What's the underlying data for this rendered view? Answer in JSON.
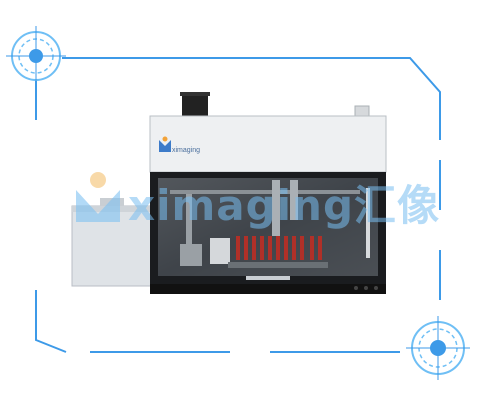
{
  "image": {
    "subject": "automated-lab-instrument-product-photo",
    "device_logo_text": "ximaging",
    "watermark": "ximaging汇像"
  },
  "colors": {
    "frame_line": "#3d9ae8",
    "frame_ring": "#6fbff5",
    "device_body": "#e9ecef",
    "device_dark": "#1a1c1f",
    "side_box": "#dfe3e7",
    "watermark": "#7fc2f2",
    "logo_orange": "#f2a33a",
    "logo_blue": "#3d7bc9"
  }
}
